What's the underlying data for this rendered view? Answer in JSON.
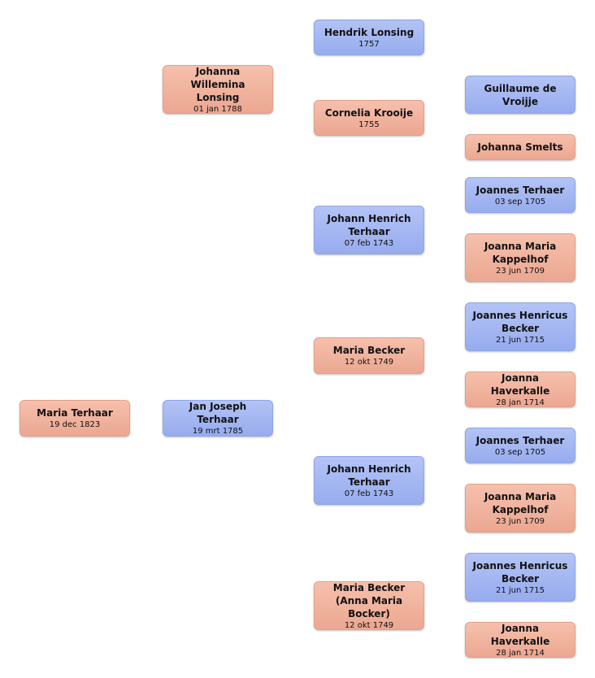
{
  "persons": {
    "p1": {
      "name": "Maria Terhaar",
      "date": "19 dec 1823",
      "gender": "female"
    },
    "p2": {
      "name": "Johanna Willemina Lonsing",
      "date": "01 jan 1788",
      "gender": "female"
    },
    "p3": {
      "name": "Jan Joseph Terhaar",
      "date": "19 mrt 1785",
      "gender": "male"
    },
    "p4": {
      "name": "Hendrik Lonsing",
      "date": "1757",
      "gender": "male"
    },
    "p5": {
      "name": "Cornelia Krooije",
      "date": "1755",
      "gender": "female"
    },
    "p6": {
      "name": "Johann Henrich Terhaar",
      "date": "07 feb 1743",
      "gender": "male"
    },
    "p7": {
      "name": "Maria Becker",
      "date": "12 okt 1749",
      "gender": "female"
    },
    "p8": {
      "name": "Johann Henrich Terhaar",
      "date": "07 feb 1743",
      "gender": "male"
    },
    "p9": {
      "name": "Maria Becker (Anna Maria Bocker)",
      "date": "12 okt 1749",
      "gender": "female"
    },
    "p10": {
      "name": "Guillaume de Vroijje",
      "date": "",
      "gender": "male"
    },
    "p11": {
      "name": "Johanna Smelts",
      "date": "",
      "gender": "female"
    },
    "p12": {
      "name": "Joannes Terhaer",
      "date": "03 sep 1705",
      "gender": "male"
    },
    "p13": {
      "name": "Joanna Maria Kappelhof",
      "date": "23 jun 1709",
      "gender": "female"
    },
    "p14": {
      "name": "Joannes Henricus Becker",
      "date": "21 jun 1715",
      "gender": "male"
    },
    "p15": {
      "name": "Joanna Haverkalle",
      "date": "28 jan 1714",
      "gender": "female"
    },
    "p16": {
      "name": "Joannes Terhaer",
      "date": "03 sep 1705",
      "gender": "male"
    },
    "p17": {
      "name": "Joanna Maria Kappelhof",
      "date": "23 jun 1709",
      "gender": "female"
    },
    "p18": {
      "name": "Joannes Henricus Becker",
      "date": "21 jun 1715",
      "gender": "male"
    },
    "p19": {
      "name": "Joanna Haverkalle",
      "date": "28 jan 1714",
      "gender": "female"
    }
  },
  "colors": {
    "male": "#a6b8f2",
    "female": "#f0b39e"
  }
}
